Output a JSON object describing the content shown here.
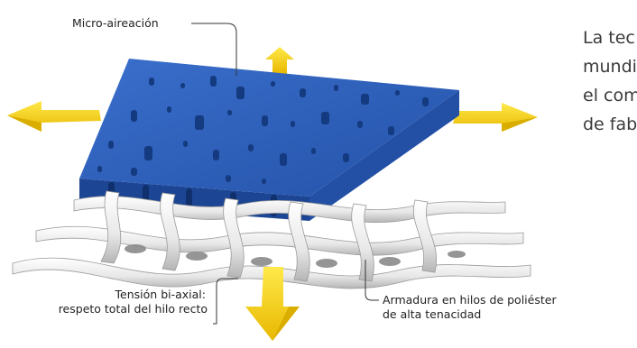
{
  "labels": {
    "micro_aireacion": "Micro-aireación",
    "tension_line1": "Tensión bi-axial:",
    "tension_line2": "respeto total del hilo recto",
    "armadura_line1": "Armadura en hilos de poliéster",
    "armadura_line2": "de alta tenacidad"
  },
  "side_text": {
    "line1": "La tec",
    "line2": "mundi",
    "line3": "el com",
    "line4": "de fab"
  },
  "colors": {
    "membrane_top": "#2f5fb8",
    "membrane_side": "#1f4796",
    "arrow_yellow": "#f7d21a",
    "arrow_shadow": "#d9ae00",
    "fabric_white": "#f4f4f4",
    "fabric_shade": "#b9b9b9"
  }
}
